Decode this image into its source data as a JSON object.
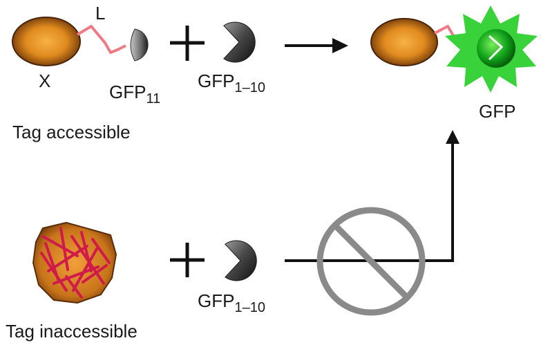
{
  "labels": {
    "x": "X",
    "l": "L",
    "gfp11_main": "GFP",
    "gfp11_sub": "11",
    "gfp110_top_main": "GFP",
    "gfp110_top_sub": "1–10",
    "gfp110_bottom_main": "GFP",
    "gfp110_bottom_sub": "1–10",
    "gfp": "GFP",
    "tag_accessible": "Tag accessible",
    "tag_inaccessible": "Tag inaccessible"
  },
  "colors": {
    "protein_core": "#e08a1e",
    "protein_edge": "#5a2c08",
    "linker": "#f07a84",
    "aggregate_fibers": "#d01a4a",
    "gfp_fragment": "#4a4a4a",
    "gfp_glow": "#3ad23a",
    "gfp_core": "#0e9a16",
    "prohibition": "#8a8a8a",
    "arrow": "#111111"
  },
  "icons": {
    "plus": "plus-icon",
    "arrow": "arrow-right-icon",
    "prohibited": "prohibited-icon"
  }
}
